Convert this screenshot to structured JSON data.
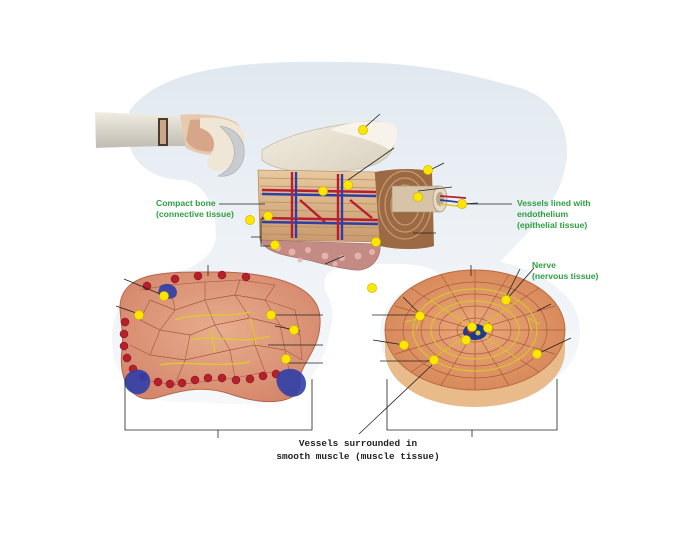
{
  "colors": {
    "label_green": "#2e9e40",
    "marker_yellow": "#ffe600",
    "bone_tissue": "#e2a084",
    "vessel_red": "#b81f2e",
    "vessel_blue": "#2f3fa8",
    "nerve_yellow": "#e0c832",
    "leader_line": "#222222"
  },
  "labels": {
    "compact_bone": [
      "Compact bone",
      "(connective tissue)"
    ],
    "vessels_endothelium": [
      "Vessels lined with",
      "endothelium",
      "(epithelial tissue)"
    ],
    "nerve": [
      "Nerve",
      "(nervous tissue)"
    ],
    "vessels_smooth_muscle": [
      "Vessels surrounded in",
      "smooth muscle (muscle tissue)"
    ]
  },
  "marker_count": 24
}
